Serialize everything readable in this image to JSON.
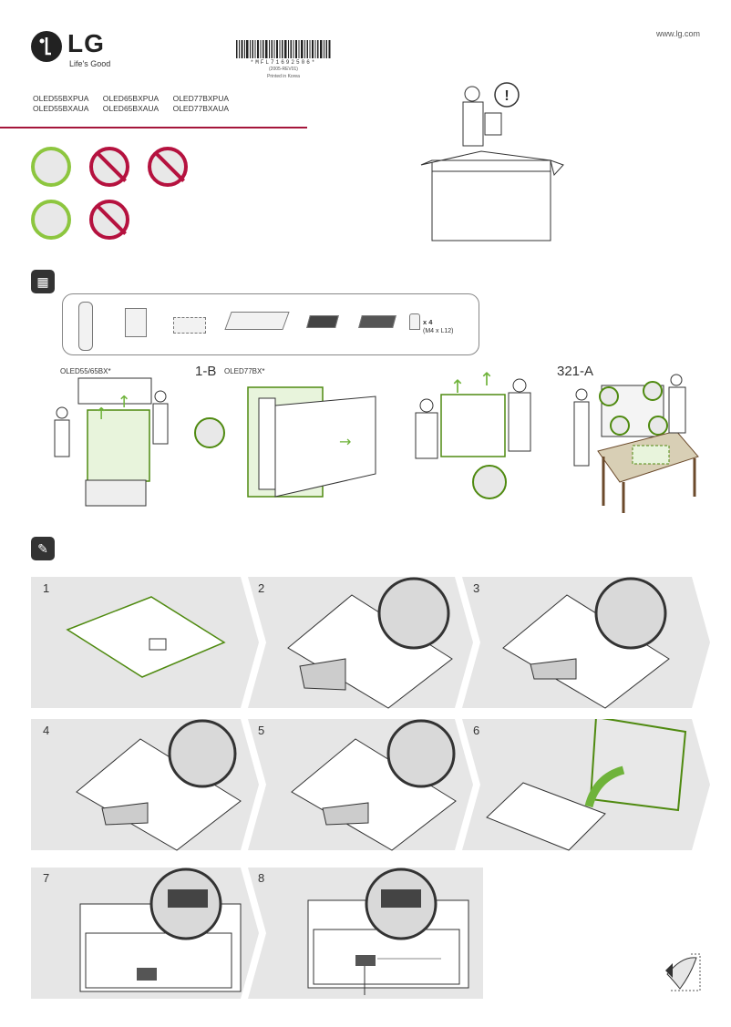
{
  "header": {
    "brand": "LG",
    "tagline": "Life's Good",
    "url": "www.lg.com",
    "part_code": "*MFL71692506*",
    "revision": "(2005-REV01)",
    "printed_in": "Printed in Korea"
  },
  "models": {
    "col1": [
      "OLED55BXPUA",
      "OLED55BXAUA"
    ],
    "col2": [
      "OLED65BXPUA",
      "OLED65BXAUA"
    ],
    "col3": [
      "OLED77BXPUA",
      "OLED77BXAUA"
    ]
  },
  "accessories": {
    "screw_count": "x 4",
    "screw_spec": "(M4 x L12)"
  },
  "unpack": {
    "label_55_65": "OLED55/65BX*",
    "step_1b": "1-B",
    "label_77": "OLED77BX*",
    "step_321a": "321-A"
  },
  "steps": [
    "1",
    "2",
    "3",
    "4",
    "5",
    "6",
    "7",
    "8"
  ],
  "icons": {
    "box": "box-icon",
    "tool": "brush-icon",
    "warning": "warning-icon",
    "page_turn": "page-turn-icon"
  },
  "colors": {
    "accent_green": "#6fb33a",
    "prohibit_red": "#b5123f",
    "divider_red": "#a5163b",
    "panel_gray": "#e6e6e6"
  }
}
